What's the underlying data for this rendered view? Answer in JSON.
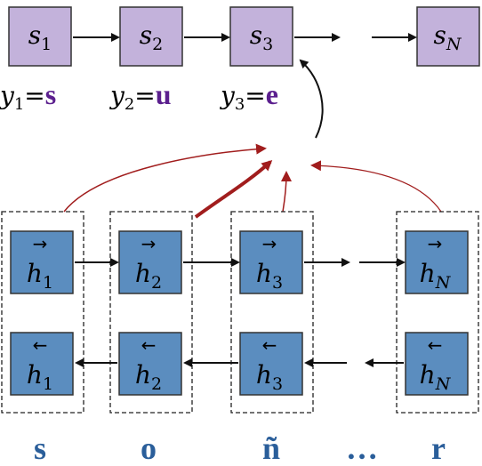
{
  "colors": {
    "decoder_fill": "#c3b2db",
    "encoder_fill": "#5b8dbf",
    "output_token": "#5b1f8e",
    "input_token": "#2a5e9a",
    "attention": "#a11d1d",
    "edge": "#111111"
  },
  "decoder_states": [
    {
      "base": "s",
      "sub": "1"
    },
    {
      "base": "s",
      "sub": "2"
    },
    {
      "base": "s",
      "sub": "3"
    },
    {
      "base": "s",
      "sub": "N"
    }
  ],
  "outputs": [
    {
      "var": "y",
      "sub": "1",
      "eq": "=",
      "token": "s"
    },
    {
      "var": "y",
      "sub": "2",
      "eq": "=",
      "token": "u"
    },
    {
      "var": "y",
      "sub": "3",
      "eq": "=",
      "token": "e"
    }
  ],
  "forward_states": [
    {
      "arrow": "→",
      "base": "h",
      "sub": "1"
    },
    {
      "arrow": "→",
      "base": "h",
      "sub": "2"
    },
    {
      "arrow": "→",
      "base": "h",
      "sub": "3"
    },
    {
      "arrow": "→",
      "base": "h",
      "sub": "N"
    }
  ],
  "backward_states": [
    {
      "arrow": "←",
      "base": "h",
      "sub": "1"
    },
    {
      "arrow": "←",
      "base": "h",
      "sub": "2"
    },
    {
      "arrow": "←",
      "base": "h",
      "sub": "3"
    },
    {
      "arrow": "←",
      "base": "h",
      "sub": "N"
    }
  ],
  "input_tokens": [
    "s",
    "o",
    "ñ",
    "…",
    "r"
  ]
}
